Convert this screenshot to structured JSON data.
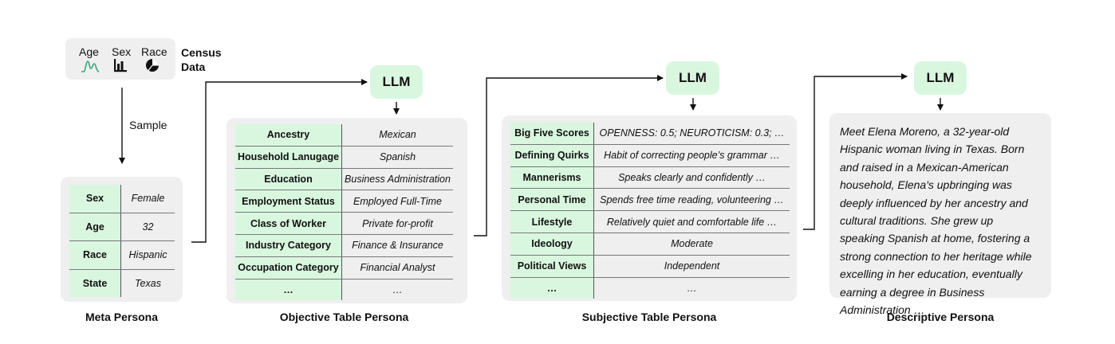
{
  "census": {
    "labels": [
      "Age",
      "Sex",
      "Race"
    ],
    "icons": [
      "density-curve-icon",
      "bar-chart-icon",
      "pie-chart-icon"
    ],
    "title": "Census\nData"
  },
  "sample_label": "Sample",
  "llm_label": "LLM",
  "meta": {
    "caption": "Meta Persona",
    "rows": [
      {
        "k": "Sex",
        "v": "Female"
      },
      {
        "k": "Age",
        "v": "32"
      },
      {
        "k": "Race",
        "v": "Hispanic"
      },
      {
        "k": "State",
        "v": "Texas"
      }
    ]
  },
  "objective": {
    "caption": "Objective Table Persona",
    "rows": [
      {
        "k": "Ancestry",
        "v": "Mexican"
      },
      {
        "k": "Household Lanugage",
        "v": "Spanish"
      },
      {
        "k": "Education",
        "v": "Business Administration"
      },
      {
        "k": "Employment Status",
        "v": "Employed Full-Time"
      },
      {
        "k": "Class of Worker",
        "v": "Private for-profit"
      },
      {
        "k": "Industry Category",
        "v": "Finance & Insurance"
      },
      {
        "k": "Occupation Category",
        "v": "Financial Analyst"
      },
      {
        "k": "…",
        "v": "…"
      }
    ]
  },
  "subjective": {
    "caption": "Subjective Table Persona",
    "rows": [
      {
        "k": "Big Five Scores",
        "v": "OPENNESS: 0.5; NEUROTICISM: 0.3; …"
      },
      {
        "k": "Defining Quirks",
        "v": "Habit of correcting people’s grammar …"
      },
      {
        "k": "Mannerisms",
        "v": "Speaks clearly and confidently …"
      },
      {
        "k": "Personal Time",
        "v": "Spends free time reading, volunteering …"
      },
      {
        "k": "Lifestyle",
        "v": "Relatively quiet and comfortable life …"
      },
      {
        "k": "Ideology",
        "v": "Moderate"
      },
      {
        "k": "Political Views",
        "v": "Independent"
      },
      {
        "k": "…",
        "v": "…"
      }
    ]
  },
  "descriptive": {
    "caption": "Descriptive Persona",
    "lines": [
      "Meet Elena Moreno, a 32-year-old",
      "Hispanic woman living in Texas. Born",
      "and raised in a Mexican-American",
      "household, Elena's upbringing was",
      "deeply influenced by her ancestry and",
      "cultural traditions. She grew up",
      "speaking Spanish at home, fostering a",
      "strong connection to her heritage while",
      "excelling in her education, eventually",
      "earning a degree in Business",
      "Administration …"
    ]
  },
  "colors": {
    "accent_green": "#d9f7df",
    "panel_gray": "#efefef",
    "line": "#111111",
    "icon_green": "#3aa37a"
  }
}
